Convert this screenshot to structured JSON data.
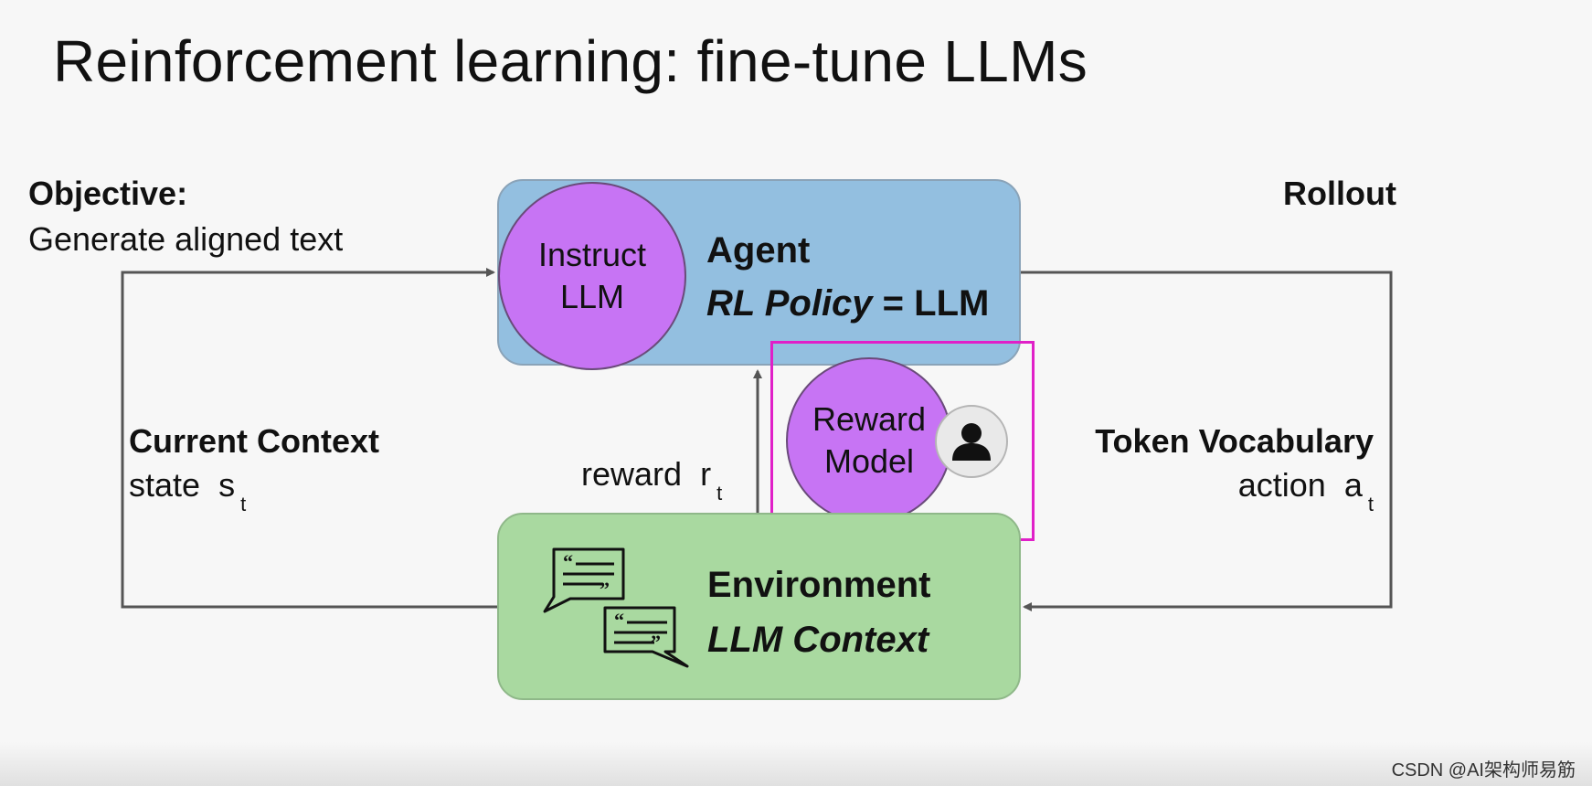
{
  "title": "Reinforcement learning: fine-tune LLMs",
  "objective": {
    "heading": "Objective:",
    "text": "Generate aligned text"
  },
  "rollout": "Rollout",
  "agent": {
    "llm_line1": "Instruct",
    "llm_line2": "LLM",
    "heading": "Agent",
    "policy_italic": "RL Policy",
    "policy_rest": " = LLM"
  },
  "reward_model": {
    "line1": "Reward",
    "line2": "Model"
  },
  "reward": {
    "text": "reward",
    "symbol": "r",
    "sub": "t"
  },
  "current_context": {
    "heading": "Current Context",
    "text": "state",
    "symbol": "s",
    "sub": "t"
  },
  "token_vocab": {
    "heading": "Token Vocabulary",
    "text": "action",
    "symbol": "a",
    "sub": "t"
  },
  "environment": {
    "heading": "Environment",
    "subheading": "LLM Context"
  },
  "watermark": "CSDN @AI架构师易筋",
  "colors": {
    "agent_fill": "#93bfe0",
    "environment_fill": "#a9d9a0",
    "llm_circle": "#c774f4",
    "highlight_border": "#e020c8"
  },
  "icons": [
    "person-icon",
    "chat-bubble-icon",
    "arrow-icon"
  ]
}
